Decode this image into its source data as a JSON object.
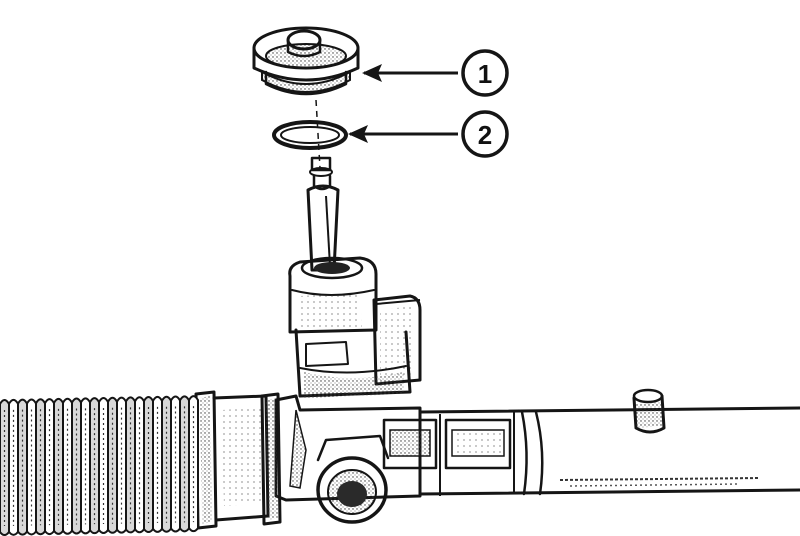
{
  "callouts": [
    {
      "number": "1",
      "target": "dust cap"
    },
    {
      "number": "2",
      "target": "o-ring"
    }
  ],
  "colors": {
    "ink": "#151515",
    "paper": "#ffffff"
  }
}
